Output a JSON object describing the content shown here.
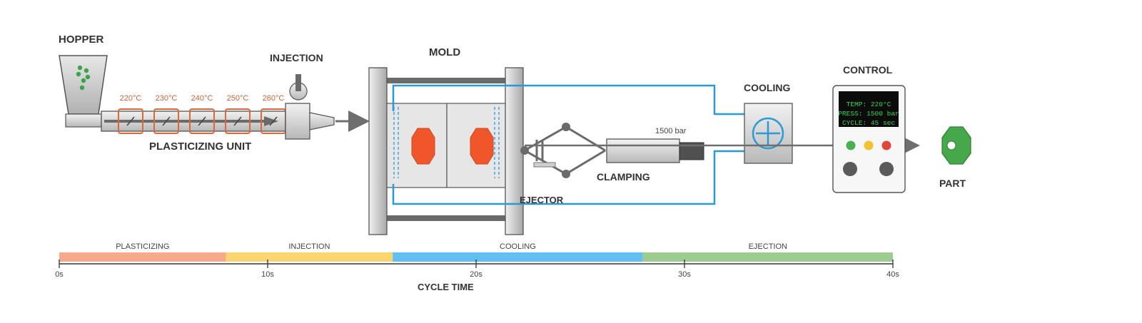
{
  "labels": {
    "hopper": "HOPPER",
    "injection": "INJECTION",
    "mold": "MOLD",
    "plasticizing_unit": "PLASTICIZING UNIT",
    "ejector": "EJECTOR",
    "clamping": "CLAMPING",
    "pressure": "1500 bar",
    "cooling": "COOLING",
    "control": "CONTROL",
    "part": "PART",
    "cycle_time": "CYCLE TIME"
  },
  "heater_zones": [
    "220°C",
    "230°C",
    "240°C",
    "250°C",
    "260°C"
  ],
  "control_display": [
    "TEMP: 220°C",
    "PRESS: 1500 bar",
    "CYCLE: 45 sec"
  ],
  "timeline": {
    "min": 0,
    "max": 40,
    "ticks": [
      "0s",
      "10s",
      "20s",
      "30s",
      "40s"
    ],
    "phases": [
      {
        "label": "PLASTICIZING",
        "start": 0,
        "end": 8,
        "color": "#f7a98b"
      },
      {
        "label": "INJECTION",
        "start": 8,
        "end": 16,
        "color": "#fad570"
      },
      {
        "label": "COOLING",
        "start": 16,
        "end": 28,
        "color": "#62bff2"
      },
      {
        "label": "EJECTION",
        "start": 28,
        "end": 40,
        "color": "#9ccc8f"
      }
    ]
  },
  "colors": {
    "heater": "#d86a3a",
    "cooling_line": "#2a9ad6",
    "molten_part": "#f0562a",
    "part": "#46a84a",
    "led_green": "#4caf50",
    "led_yellow": "#f2c12e",
    "led_red": "#e0483c",
    "pellet": "#3aa34a"
  }
}
